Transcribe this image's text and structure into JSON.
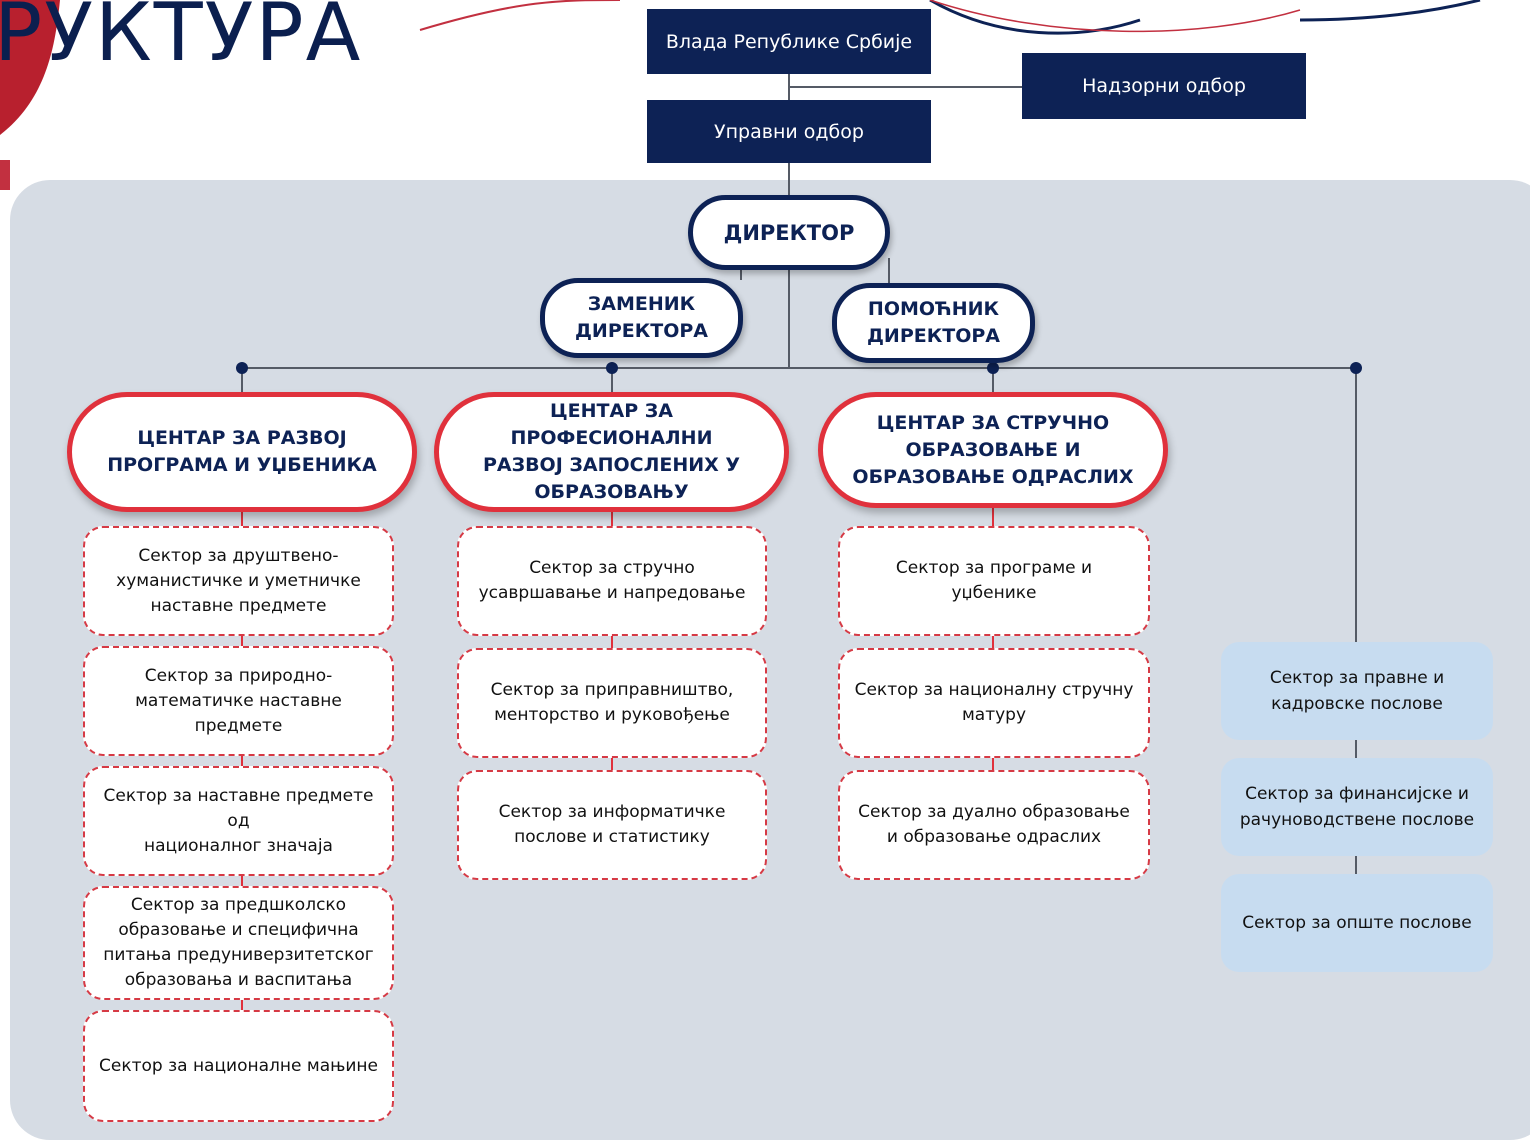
{
  "header": {
    "title": "РУКТУРА"
  },
  "top": {
    "government": "Влада Републике Србије",
    "supervisory_board": "Надзорни одбор",
    "management_board": "Управни одбор"
  },
  "director": "ДИРЕКТОР",
  "deputy": [
    "ЗАМЕНИК",
    "ДИРЕКТОРА"
  ],
  "assistant": [
    "ПОМОЋНИК",
    "ДИРЕКТОРА"
  ],
  "centers": [
    {
      "title": [
        "ЦЕНТАР ЗА РАЗВОЈ",
        "ПРОГРАМА И УЏБЕНИКА"
      ],
      "sectors": [
        [
          "Сектор за друштвено-",
          "хуманистичке и уметничке",
          "наставне предмете"
        ],
        [
          "Сектор за природно-",
          "математичке наставне",
          "предмете"
        ],
        [
          "Сектор за наставне предмете од",
          "националног значаја"
        ],
        [
          "Сектор за предшколско",
          "образовање и специфична",
          "питања предуниверзитетског",
          "образовања и васпитања"
        ],
        [
          "Сектор за националне мањине"
        ]
      ]
    },
    {
      "title": [
        "ЦЕНТАР ЗА ПРОФЕСИОНАЛНИ",
        "РАЗВОЈ ЗАПОСЛЕНИХ У",
        "ОБРАЗОВАЊУ"
      ],
      "sectors": [
        [
          "Сектор за стручно",
          "усавршавање и напредовање"
        ],
        [
          "Сектор за приправништво,",
          "менторство и руковођење"
        ],
        [
          "Сектор за информатичке",
          "послове и статистику"
        ]
      ]
    },
    {
      "title": [
        "ЦЕНТАР ЗА СТРУЧНО",
        "ОБРАЗОВАЊЕ И",
        "ОБРАЗОВАЊЕ ОДРАСЛИХ"
      ],
      "sectors": [
        [
          "Сектор за програме и",
          "уџбенике"
        ],
        [
          "Сектор за националну стручну",
          "матуру"
        ],
        [
          "Сектор за дуално образовање",
          "и образовање одраслих"
        ]
      ]
    }
  ],
  "support_sectors": [
    [
      "Сектор за правне и",
      "кадровске послове"
    ],
    [
      "Сектор за финансијске и",
      "рачуноводствене послове"
    ],
    [
      "Сектор за опште послове"
    ]
  ],
  "colors": {
    "navy": "#0d2255",
    "red": "#e0313c",
    "panel": "#d6dce4",
    "light_blue": "#c7dcf0"
  }
}
